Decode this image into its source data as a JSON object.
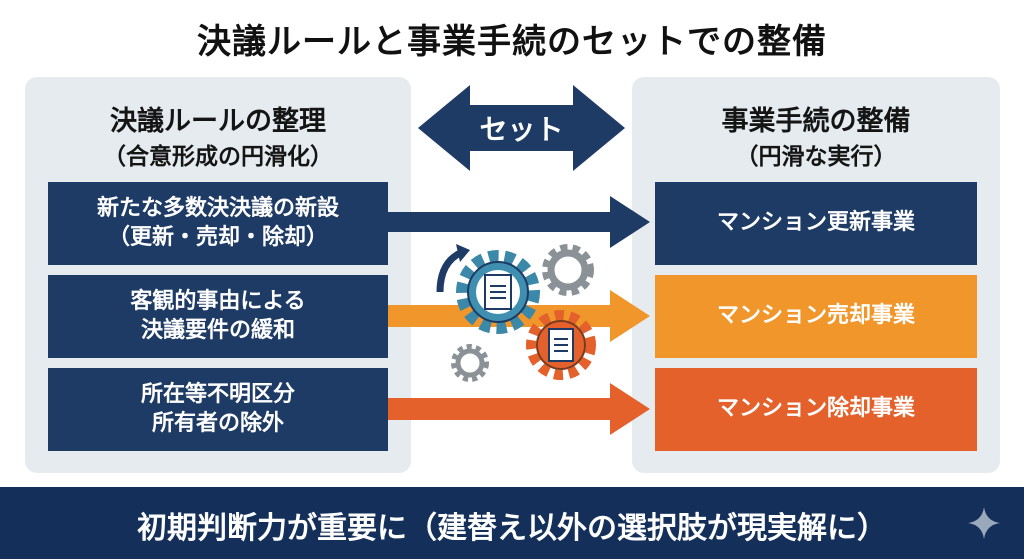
{
  "title": "決議ルールと事業手続のセットでの整備",
  "center": {
    "set_label": "セット"
  },
  "left_panel": {
    "heading": "決議ルールの整理",
    "subheading": "（合意形成の円滑化）",
    "items": [
      {
        "line1": "新たな多数決決議の新設",
        "line2": "（更新・売却・除却）"
      },
      {
        "line1": "客観的事由による",
        "line2": "決議要件の緩和"
      },
      {
        "line1": "所在等不明区分",
        "line2": "所有者の除外"
      }
    ]
  },
  "right_panel": {
    "heading": "事業手続の整備",
    "subheading": "（円滑な実行）",
    "items": [
      {
        "label": "マンション更新事業",
        "color": "#1d3b64"
      },
      {
        "label": "マンション売却事業",
        "color": "#f0962a"
      },
      {
        "label": "マンション除却事業",
        "color": "#e4612b"
      }
    ]
  },
  "banner": {
    "text": "初期判断力が重要に（建替え以外の選択肢が現実解に）"
  },
  "colors": {
    "navy": "#1d3b64",
    "orange": "#f0962a",
    "red_orange": "#e4612b",
    "banner": "#14305a"
  }
}
